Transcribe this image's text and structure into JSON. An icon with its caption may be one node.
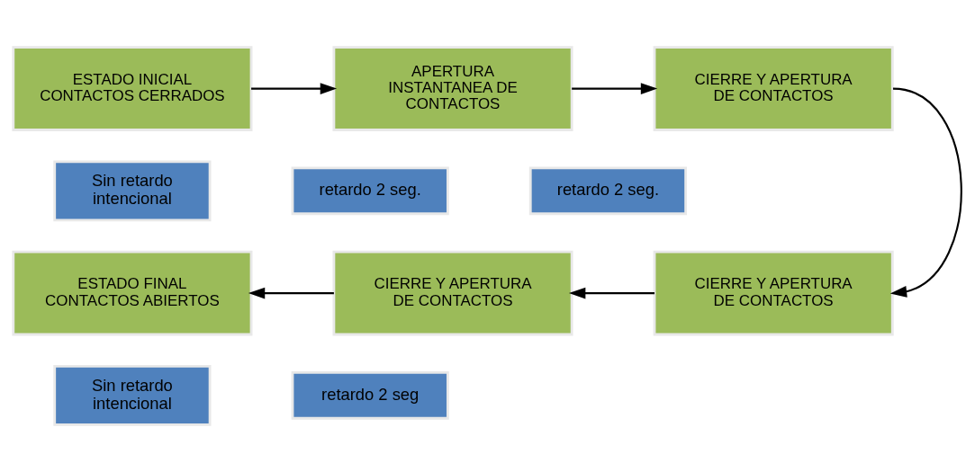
{
  "diagram": {
    "nodes": [
      {
        "text": [
          "ESTADO INICIAL CONTACTOS CERRADOS"
        ]
      },
      {
        "text": [
          "APERTURA INSTANTANEA DE CONTACTOS"
        ]
      },
      {
        "text": [
          "CIERRE Y APERTURA DE CONTACTOS"
        ]
      },
      {
        "text": [
          "Sin retardo intencional"
        ]
      },
      {
        "text": [
          "retardo 2 seg."
        ]
      },
      {
        "text": [
          "retardo 2 seg."
        ]
      },
      {
        "text": [
          "ESTADO FINAL CONTACTOS ABIERTOS"
        ]
      },
      {
        "text": [
          "CIERRE Y APERTURA DE CONTACTOS"
        ]
      },
      {
        "text": [
          "CIERRE Y APERTURA DE CONTACTOS"
        ]
      },
      {
        "text": [
          "Sin retardo intencional"
        ]
      },
      {
        "text": [
          "retardo 2 seg"
        ]
      }
    ],
    "edges": [
      {
        "from": 0,
        "to": 1,
        "arrow": "to"
      },
      {
        "from": 1,
        "to": 2,
        "arrow": "to"
      },
      {
        "from": 2,
        "to": 7,
        "arrow": "to"
      },
      {
        "from": 7,
        "to": 8,
        "arrow": "to"
      },
      {
        "from": 8,
        "to": 6,
        "arrow": "to"
      }
    ]
  }
}
